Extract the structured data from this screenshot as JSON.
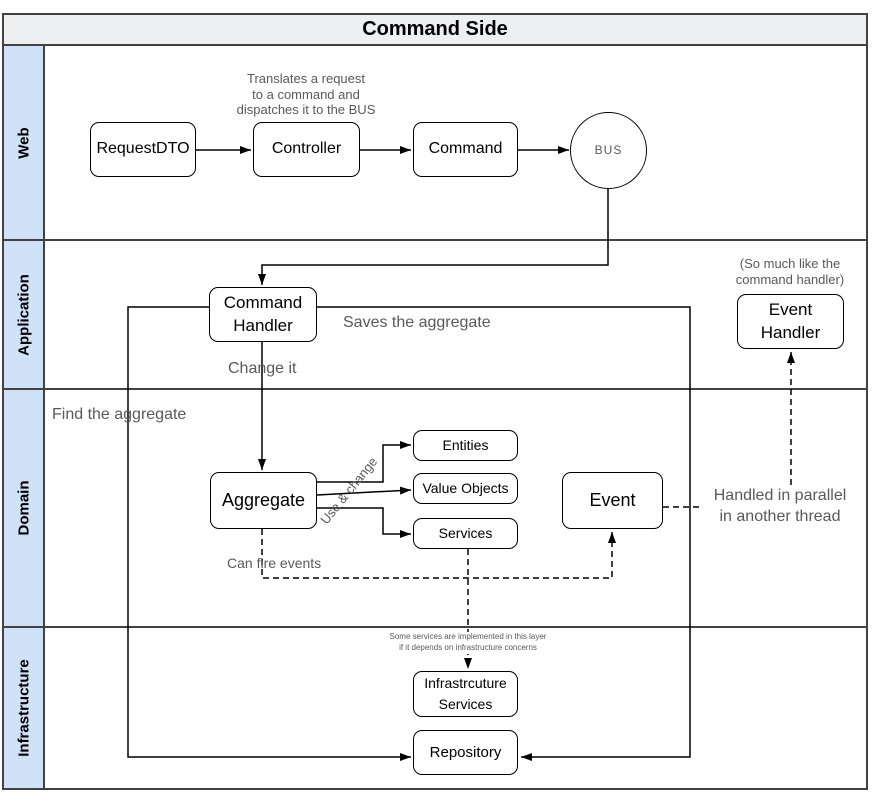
{
  "title": "Command Side",
  "lanes": [
    {
      "label": "Web"
    },
    {
      "label": "Application"
    },
    {
      "label": "Domain"
    },
    {
      "label": "Infrastructure"
    }
  ],
  "nodes": {
    "request_dto": {
      "label": "RequestDTO"
    },
    "controller": {
      "label": "Controller"
    },
    "command": {
      "label": "Command"
    },
    "bus": {
      "label": "BUS"
    },
    "command_handler": {
      "label": "Command Handler"
    },
    "event_handler": {
      "label": "Event Handler"
    },
    "aggregate": {
      "label": "Aggregate"
    },
    "entities": {
      "label": "Entities"
    },
    "value_objects": {
      "label": "Value Objects"
    },
    "services": {
      "label": "Services"
    },
    "event": {
      "label": "Event"
    },
    "infrastructure_services": {
      "label": "Infrastrcuture Services"
    },
    "repository": {
      "label": "Repository"
    }
  },
  "annotations": {
    "controller_note": "Translates a request\nto a command and\ndispatches it to the BUS",
    "event_handler_note": "(So much like the\ncommand handler)",
    "saves_aggregate": "Saves the aggregate",
    "change_it": "Change it",
    "find_aggregate": "Find the aggregate",
    "use_and_change": "Use & change",
    "can_fire_events": "Can fire events",
    "handled_in_parallel": "Handled in parallel\nin another thread",
    "infrastructure_note": "Some services are implemented in this layer\nif it depends on infrastructure concerns"
  },
  "colors": {
    "lane_label_fill": "#cfe2f8",
    "title_fill": "#edeff1",
    "frame_border": "#424242",
    "node_border": "#000000",
    "note_text": "#595959",
    "edge_stroke": "#000000"
  }
}
